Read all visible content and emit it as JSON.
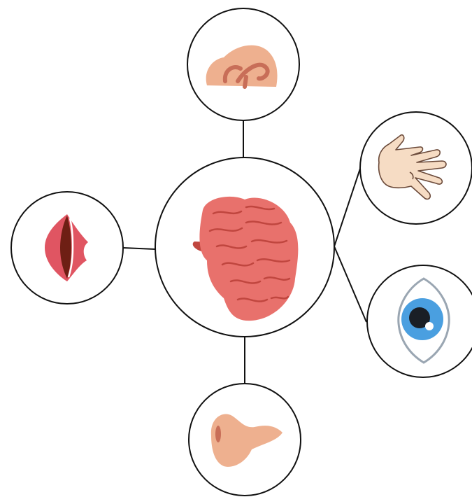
{
  "diagram": {
    "type": "hub-and-spoke",
    "hub": {
      "name": "brain",
      "icon": "brain-icon"
    },
    "nodes": [
      {
        "name": "ear",
        "icon": "ear-icon"
      },
      {
        "name": "hand",
        "icon": "hand-icon"
      },
      {
        "name": "eye",
        "icon": "eye-icon"
      },
      {
        "name": "nose",
        "icon": "nose-icon"
      },
      {
        "name": "mouth",
        "icon": "mouth-icon"
      }
    ],
    "colors": {
      "line": "#111111",
      "circle_fill": "#ffffff",
      "brain": "#e8716c",
      "brain_dark": "#c0463f",
      "skin": "#eeb08f",
      "skin_dark": "#c86e58",
      "hand": "#f6dcc4",
      "eye_iris": "#4a9fe0",
      "eye_outline": "#9aa6b2",
      "lips": "#e05562",
      "mouth_dark": "#6e1f14"
    }
  }
}
